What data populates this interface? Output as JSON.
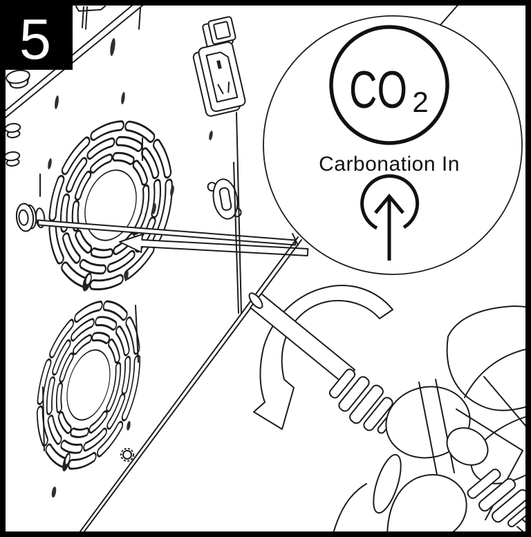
{
  "figure": {
    "step_number": "5",
    "type": "instruction-step-illustration",
    "background_color": "#ffffff",
    "line_color": "#1c1c1c",
    "frame_color": "#000000"
  },
  "callout": {
    "gas_label": "CO",
    "gas_subscript": "2",
    "caption": "Carbonation In",
    "direction_icon": "arrow-up-in-circle"
  },
  "machine": {
    "name": "appliance-back-panel",
    "features": [
      "top-fan-grille",
      "bottom-fan-grille",
      "power-rocker-switch",
      "power-inlet-socket",
      "oval-data-port",
      "co2-inlet-fitting",
      "panel-screw-slots",
      "edge-standoffs"
    ]
  },
  "annotations": {
    "leader_line": "co2-fitting-leader-line",
    "pointer_arrow": "arrow-pointing-left-to-co2-inlet",
    "rotation_arrow": "twist-rotation-arrow",
    "hand": "hand-attaching-gas-line-fitting"
  }
}
